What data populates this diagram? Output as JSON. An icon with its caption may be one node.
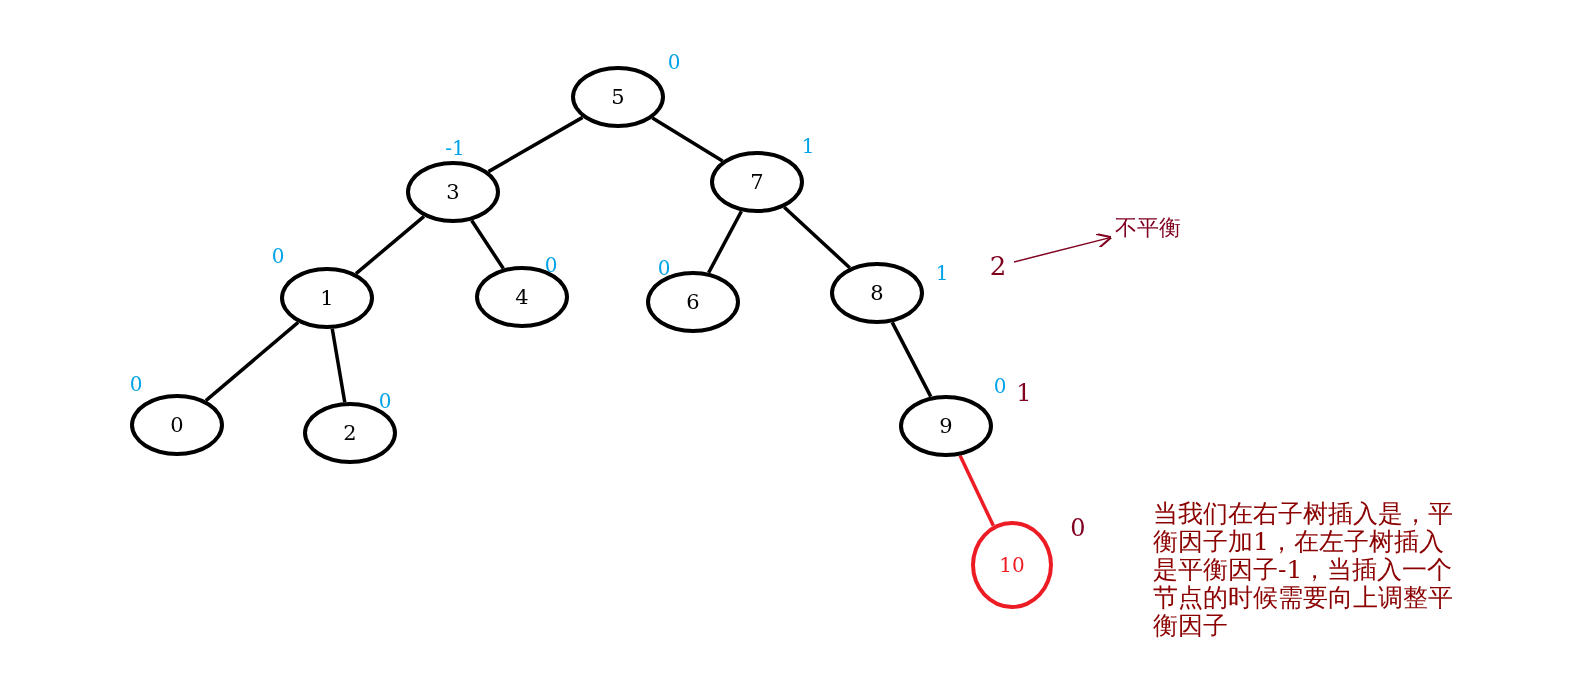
{
  "diagram": {
    "nodes": [
      {
        "text": [
          "5"
        ],
        "beside": [
          "0"
        ]
      },
      {
        "text": [
          "3"
        ],
        "beside": [
          "-1"
        ]
      },
      {
        "text": [
          "7"
        ],
        "beside": [
          "1"
        ]
      },
      {
        "text": [
          "1"
        ],
        "beside": [
          "0"
        ]
      },
      {
        "text": [
          "4"
        ],
        "beside": [
          "0"
        ]
      },
      {
        "text": [
          "6"
        ],
        "beside": [
          "0"
        ]
      },
      {
        "text": [
          "8"
        ],
        "beside": [
          "1"
        ]
      },
      {
        "text": [
          "0"
        ],
        "beside": [
          "0"
        ]
      },
      {
        "text": [
          "2"
        ],
        "beside": [
          "0"
        ]
      },
      {
        "text": [
          "9"
        ],
        "beside": [
          "0"
        ]
      },
      {
        "text": [
          "10"
        ]
      },
      {
        "text": [
          "2"
        ]
      },
      {
        "text": [
          "不平衡"
        ]
      }
    ],
    "edges": [
      {
        "from": 0,
        "to": 1,
        "arrow": "none"
      },
      {
        "from": 0,
        "to": 2,
        "arrow": "none"
      },
      {
        "from": 1,
        "to": 3,
        "arrow": "none"
      },
      {
        "from": 1,
        "to": 4,
        "arrow": "none"
      },
      {
        "from": 2,
        "to": 5,
        "arrow": "none"
      },
      {
        "from": 2,
        "to": 6,
        "arrow": "none"
      },
      {
        "from": 3,
        "to": 7,
        "arrow": "none"
      },
      {
        "from": 3,
        "to": 8,
        "arrow": "none"
      },
      {
        "from": 6,
        "to": 9,
        "arrow": "none"
      },
      {
        "from": 9,
        "to": 10,
        "arrow": "none",
        "color": "#ed1c24"
      },
      {
        "from": 11,
        "to": 12,
        "arrow": "to",
        "color": "#800020"
      }
    ],
    "labels": [
      "1",
      "0",
      "当我们在右子树插入是，平衡因子加1，在左子树插入是平衡因子-1，当插入一个节点的时候需要向上调整平衡因子"
    ]
  }
}
